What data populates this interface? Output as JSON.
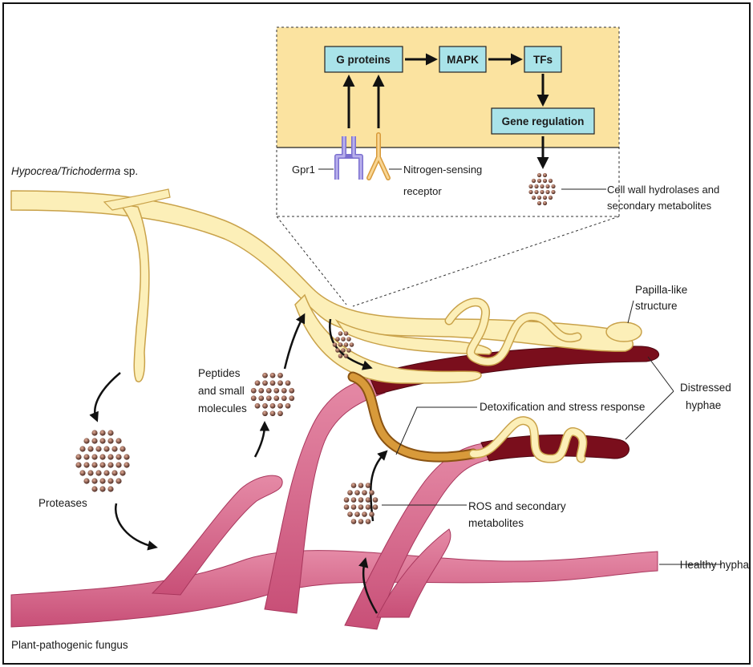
{
  "labels": {
    "hypocrea_italic": "Hypocrea/Trichoderma",
    "hypocrea_rest": " sp.",
    "proteases": "Proteases",
    "peptides_1": "Peptides",
    "peptides_2": "and small",
    "peptides_3": "molecules",
    "plant_pathogen": "Plant-pathogenic fungus",
    "gpr1": "Gpr1",
    "nitrogen_1": "Nitrogen-sensing",
    "nitrogen_2": "receptor",
    "cell_wall_1": "Cell wall hydrolases and",
    "cell_wall_2": "secondary metabolites",
    "papilla_1": "Papilla-like",
    "papilla_2": "structure",
    "distressed_1": "Distressed",
    "distressed_2": "hyphae",
    "detox": "Detoxification and stress response",
    "ros_1": "ROS and secondary",
    "ros_2": "metabolites",
    "healthy": "Healthy hypha"
  },
  "pathway": {
    "g_proteins": "G proteins",
    "mapk": "MAPK",
    "tfs": "TFs",
    "gene_regulation": "Gene regulation"
  },
  "colors": {
    "inset_fill": "#fbe3a0",
    "box_fill": "#a9e3e9",
    "trichoderma": "#fcefb8",
    "trichoderma_outline": "#c9a24a",
    "pathogen": "#d9678a",
    "distressed": "#7a0e1c",
    "gpr1": "#a79ce0",
    "nitrogen_receptor": "#f3c27a",
    "particle": "#4a2a20"
  }
}
